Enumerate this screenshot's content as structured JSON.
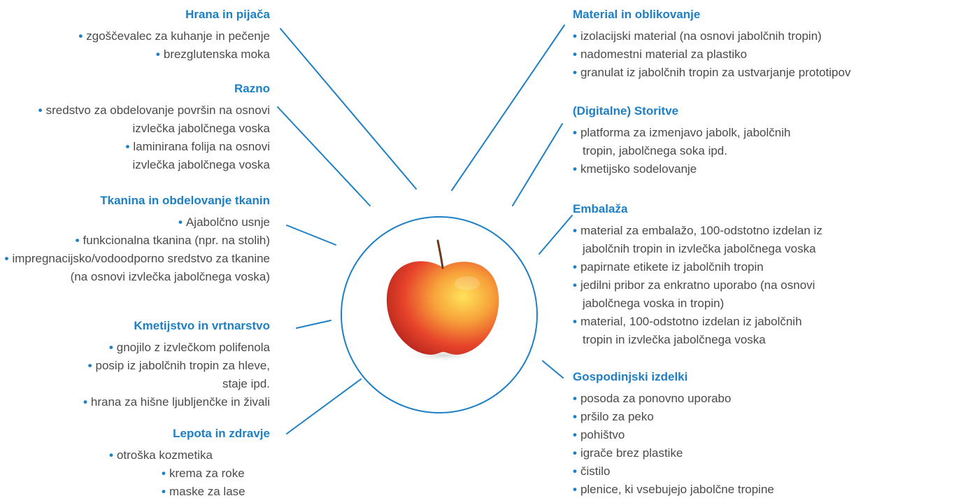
{
  "colors": {
    "accent": "#1d7fc4",
    "text": "#4a4a4a"
  },
  "center": {
    "image": "red-yellow-apple-icon"
  },
  "left_groups": [
    {
      "title": "Hrana in pijača",
      "items": [
        "zgoščevalec za kuhanje in pečenje",
        "brezglutenska moka"
      ]
    },
    {
      "title": "Razno",
      "items": [
        "sredstvo za obdelovanje površin na osnovi izvlečka jabolčnega voska",
        "laminirana folija na osnovi izvlečka jabolčnega voska"
      ]
    },
    {
      "title": "Tkanina in obdelovanje tkanin",
      "items": [
        "Ajabolčno usnje",
        "funkcionalna tkanina (npr. na stolih)",
        "impregnacijsko/vodoodporno sredstvo za tkanine (na osnovi izvlečka jabolčnega voska)"
      ]
    },
    {
      "title": "Kmetijstvo in vrtnarstvo",
      "items": [
        "gnojilo z izvlečkom polifenola",
        "posip iz jabolčnih tropin za hleve, staje ipd.",
        "hrana za hišne ljubljenčke in živali"
      ]
    },
    {
      "title": "Lepota in zdravje",
      "items": [
        "otroška kozmetika",
        "krema za roke",
        "maske za lase"
      ]
    }
  ],
  "right_groups": [
    {
      "title": "Material in oblikovanje",
      "items": [
        "izolacijski material (na osnovi jabolčnih tropin)",
        "nadomestni material za plastiko",
        "granulat iz jabolčnih tropin za ustvarjanje prototipov"
      ]
    },
    {
      "title": "(Digitalne) Storitve",
      "items": [
        "platforma za izmenjavo jabolk, jabolčnih tropin, jabolčnega soka ipd.",
        "kmetijsko sodelovanje"
      ]
    },
    {
      "title": "Embalaža",
      "items": [
        "material za embalažo, 100-odstotno izdelan iz jabolčnih tropin in izvlečka jabolčnega voska",
        "papirnate etikete iz jabolčnih tropin",
        "jedilni pribor za enkratno uporabo (na osnovi jabolčnega voska in tropin)",
        "material, 100-odstotno izdelan iz jabolčnih tropin in izvlečka jabolčnega voska"
      ]
    },
    {
      "title": "Gospodinjski izdelki",
      "items": [
        "posoda za ponovno uporabo",
        "pršilo za peko",
        "pohištvo",
        "igrače brez plastike",
        "čistilo",
        "plenice, ki vsebujejo jabolčne tropine"
      ]
    }
  ]
}
